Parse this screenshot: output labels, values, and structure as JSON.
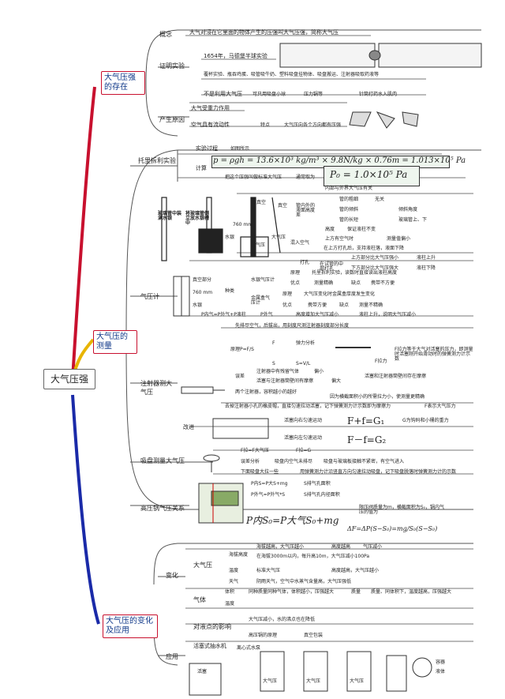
{
  "root": "大气压强",
  "branches": {
    "existence": {
      "label": "大气压强的存在",
      "concept": {
        "label": "概念",
        "text": "大气对浸在它里面的物体产生的压强叫大气压强，简称大气压"
      },
      "proof": {
        "label": "证明实验",
        "a": "1654年，马德堡半球实验",
        "b": "覆杯实验、瓶吞鸡蛋、吸管吸牛奶、塑料吸盘挂物体、吸盘搬运、注射器吸取药液等",
        "c": "不是利用大气压",
        "c1": "可只用吸盘小球",
        "c2": "压力锅等",
        "c3": "针筒打药水入肌肉"
      },
      "cause": {
        "label": "产生原因",
        "a": "大气受重力作用",
        "b": "空气具有流动性",
        "b1": "特点",
        "b2": "大气压向各个方向都有压强"
      }
    },
    "measure": {
      "label": "大气压的测量",
      "torricelli": {
        "label": "托里拆利实验",
        "process": "实验过程",
        "process_note": "如图所示",
        "calc": "计算",
        "std_note": "把这个压强叫做标准大气压",
        "std_note2": "通常取为",
        "img_labels": [
          "玻璃管中装满水银",
          "将玻璃管倒立放水银槽中",
          "水银",
          "760 mm",
          "真空",
          "真空",
          "大气压",
          "大气压"
        ],
        "tube": {
          "label": "管内外的液面高度差",
          "sub": [
            "内部与外界大气压有关",
            "管的粗细",
            "管的倾斜",
            "管的长短"
          ],
          "res": [
            "无关",
            "倾斜角度",
            "玻璃管上、下"
          ],
          "height": "高度",
          "height_note": "保证液柱不变"
        },
        "leak": {
          "label": "混入空气",
          "a": "上方有空气时",
          "a1": "测量值偏小",
          "b": "打孔",
          "b0": "在上方打孔后，支持液柱落，液面下降",
          "b1": "在试管的中部打孔",
          "b2": "上方部分比大气压强小",
          "b3": "下方部分比大气压强大",
          "b4": "液柱上升",
          "b5": "液柱下降"
        }
      },
      "barometer": {
        "label": "气压计",
        "img_labels": [
          "真空部分",
          "760 mm",
          "水银"
        ],
        "types": "种类",
        "mercury": "水银气压计",
        "mercury_rows": [
          "原理",
          "托里拆利实验，读数时直接读出液柱高度",
          "优点",
          "测量精确",
          "缺点",
          "携带不方便"
        ],
        "aneroid": "金属盒气压计",
        "aneroid_rows": [
          "原理",
          "大气压变化时金属盒厚度发生变化",
          "优点",
          "携带方便",
          "缺点",
          "测量不精确"
        ],
        "altitude": "P内气=P外气+P液柱",
        "altitude2": "P外气",
        "altitude3": "高度增加大气压减小",
        "altitude4": "液柱上升，说明大气压减小"
      },
      "syringe": {
        "label": "注射器测大气压",
        "step": "先排尽空气，后拔出，用刻度尺测注射器刻度部分长度",
        "principle": "原理P=F/S",
        "rows": [
          "F",
          "弹力分析",
          "S",
          "S=V/L"
        ],
        "fig_label": "F拉力",
        "fig_note": "F拉力等于大气对活塞的压力，即测量时活塞刚开始滑动时的弹簧测力计示数",
        "error": "误差",
        "error_a": "注射器中有残留气体",
        "error_a1": "偏小",
        "error_b": "活塞与注射器筒壁间有摩擦",
        "error_b1": "偏大",
        "error_note": "活塞和注射器筒壁间存在摩擦",
        "two": "两个注射器，容积越小的越好",
        "two_note": "因为横截面积小的所需拉力小，使测量更精确",
        "improve": "改进",
        "improve_a": "去掉注射器小孔的橡皮帽，直接匀速拉动活塞，记下弹簧测力计示数即为摩擦力",
        "improve_b": "F表示大气压力",
        "eq1": "F+f=G₁",
        "eq1_note": "G为钩码和小桶的重力",
        "eq2": "F－f=G₂",
        "eq2_note": "活塞向右匀速运动",
        "eq2_note2": "活塞向左匀速运动"
      },
      "suction": {
        "label": "吸盘测量大气压",
        "a": "F拉=F大气压",
        "a1": "F拉=G",
        "b": "误差分析",
        "b1": "吸盘内空气未排尽",
        "b2": "吸盘与玻璃板接触不紧密，有空气进入",
        "c": "下面吸盘大拉一些",
        "c1": "用弹簧测力计沿竖直方向匀速拉动吸盘，记下吸盘脱落时弹簧测力计的示数"
      },
      "cooker": {
        "label": "高压锅气压关系",
        "a": "P内S=P大S+mg",
        "a1": "S排气孔面积",
        "b": "P外气=P外气*S",
        "b1": "S排气孔内径面积",
        "eq": "P内S₀=P大气S₀+mg",
        "note": "限压阀质量为m，横截面积为S₀，锅内气压的值为",
        "eq2": "ΔF=ΔP(S−S₀)=mg/S₀(S−S₀)"
      }
    },
    "change": {
      "label": "大气压的变化及应用",
      "variation": "变化",
      "air_pressure": "大气压",
      "altitude": "海拔高度",
      "altitude_a": "海拔越高，大气压越小",
      "altitude_b": "在海拔3000m以内，每升高10m，大气压减小100Pa",
      "altitude_c": "高度越高",
      "altitude_c1": "气压减小",
      "temp": "温度",
      "temp_a": "标准大气压",
      "temp_b": "高度越高，大气压越小",
      "weather": "天气",
      "weather_a": "阴雨天气，空气中水蒸气含量高，大气压强低",
      "gas": "气体",
      "gas_v": "体积",
      "gas_a": "同种质量同种气体，体积越小，压强越大",
      "gas_b": "温度",
      "gas_c": "质量",
      "gas_c1": "质量、同体积下，温度越高，压强越大",
      "effect": "对液点的影响",
      "effect_a": "大气压减小，水的沸点也在降低",
      "effect_b": "高压锅的原理",
      "effect_c": "真空包装",
      "app": "应用",
      "app_a": "活塞式抽水机",
      "app_b": "离心式水泵",
      "app_imgs": [
        "活塞",
        "大气压",
        "大气压",
        "大气压",
        "容器",
        "液体"
      ]
    }
  }
}
